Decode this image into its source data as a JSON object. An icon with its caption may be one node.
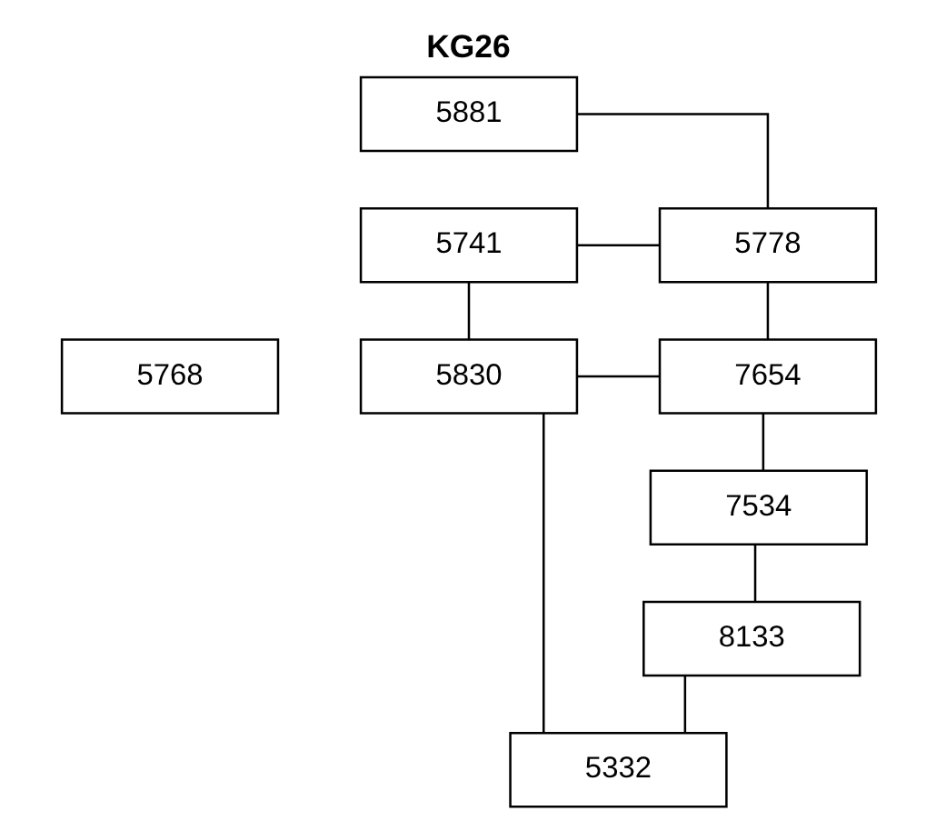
{
  "diagram": {
    "title": "KG26",
    "nodes": [
      {
        "text": [
          "5881"
        ]
      },
      {
        "text": [
          "5741"
        ]
      },
      {
        "text": [
          "5778"
        ]
      },
      {
        "text": [
          "5768"
        ]
      },
      {
        "text": [
          "5830"
        ]
      },
      {
        "text": [
          "7654"
        ]
      },
      {
        "text": [
          "7534"
        ]
      },
      {
        "text": [
          "8133"
        ]
      },
      {
        "text": [
          "5332"
        ]
      }
    ],
    "edges": [
      {
        "from": 0,
        "to": 2,
        "arrow": "none"
      },
      {
        "from": 1,
        "to": 2,
        "arrow": "none"
      },
      {
        "from": 1,
        "to": 4,
        "arrow": "none"
      },
      {
        "from": 2,
        "to": 5,
        "arrow": "none"
      },
      {
        "from": 4,
        "to": 5,
        "arrow": "none"
      },
      {
        "from": 5,
        "to": 6,
        "arrow": "none"
      },
      {
        "from": 6,
        "to": 7,
        "arrow": "none"
      },
      {
        "from": 7,
        "to": 8,
        "arrow": "none"
      },
      {
        "from": 4,
        "to": 8,
        "arrow": "none"
      }
    ]
  }
}
